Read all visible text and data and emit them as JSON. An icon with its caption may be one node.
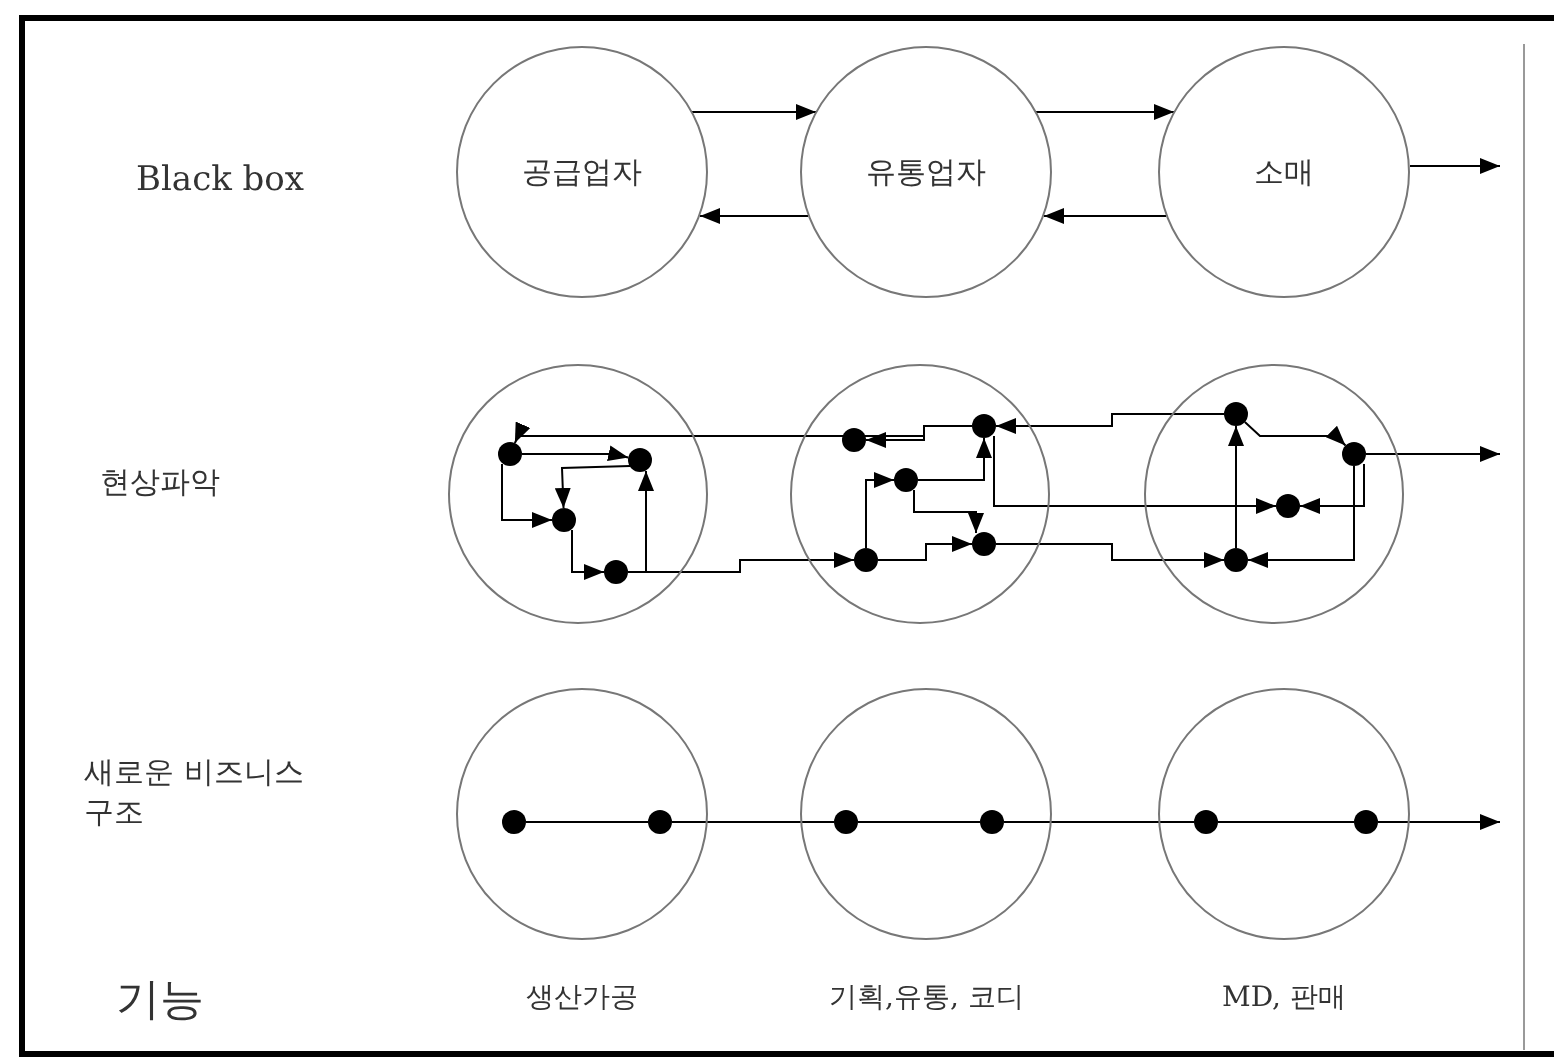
{
  "diagram": {
    "nodes": [
      {
        "text": [
          "공급업자"
        ]
      },
      {
        "text": [
          "유통업자"
        ]
      },
      {
        "text": [
          "소매"
        ]
      },
      {
        "text": [],
        "shape": "circle"
      },
      {
        "text": [],
        "shape": "circle",
        "in": 3
      },
      {
        "text": [],
        "shape": "circle",
        "in": 3
      },
      {
        "text": [],
        "shape": "circle",
        "in": 3
      },
      {
        "text": [],
        "shape": "circle",
        "in": 3
      },
      {
        "text": [],
        "shape": "circle"
      },
      {
        "text": [],
        "shape": "circle",
        "in": 8
      },
      {
        "text": [],
        "shape": "circle",
        "in": 8
      },
      {
        "text": [],
        "shape": "circle",
        "in": 8
      },
      {
        "text": [],
        "shape": "circle",
        "in": 8
      },
      {
        "text": [],
        "shape": "circle",
        "in": 8
      },
      {
        "text": [],
        "shape": "circle"
      },
      {
        "text": [],
        "shape": "circle",
        "in": 14
      },
      {
        "text": [],
        "shape": "circle",
        "in": 14
      },
      {
        "text": [],
        "shape": "circle",
        "in": 14
      },
      {
        "text": [],
        "shape": "circle",
        "in": 14
      },
      {
        "text": [],
        "shape": "circle"
      },
      {
        "text": [],
        "shape": "circle",
        "in": 19
      },
      {
        "text": [],
        "shape": "circle",
        "in": 19
      },
      {
        "text": [],
        "shape": "circle"
      },
      {
        "text": [],
        "shape": "circle",
        "in": 22
      },
      {
        "text": [],
        "shape": "circle",
        "in": 22
      },
      {
        "text": [],
        "shape": "circle"
      },
      {
        "text": [],
        "shape": "circle",
        "in": 25
      },
      {
        "text": [],
        "shape": "circle",
        "in": 25
      }
    ],
    "edges": [
      {
        "from": 0,
        "to": 1,
        "arrow": "to"
      },
      {
        "from": 1,
        "to": 0,
        "arrow": "to"
      },
      {
        "from": 1,
        "to": 2,
        "arrow": "to"
      },
      {
        "from": 2,
        "to": 1,
        "arrow": "to"
      },
      {
        "from": 2,
        "to": null,
        "arrow": "to"
      },
      {
        "from": 9,
        "to": 10,
        "arrow": "to"
      },
      {
        "from": 9,
        "to": 4,
        "arrow": "to"
      },
      {
        "from": 4,
        "to": 5,
        "arrow": "to"
      },
      {
        "from": 4,
        "to": 6,
        "arrow": "to"
      },
      {
        "from": 5,
        "to": 6,
        "arrow": "to"
      },
      {
        "from": 6,
        "to": 7,
        "arrow": "to"
      },
      {
        "from": 7,
        "to": 5,
        "arrow": "to"
      },
      {
        "from": 7,
        "to": 13,
        "arrow": "to"
      },
      {
        "from": 13,
        "to": 11,
        "arrow": "to"
      },
      {
        "from": 11,
        "to": 9,
        "arrow": "to"
      },
      {
        "from": 11,
        "to": 12,
        "arrow": "to"
      },
      {
        "from": 13,
        "to": 12,
        "arrow": "to"
      },
      {
        "from": 9,
        "to": 17,
        "arrow": "to"
      },
      {
        "from": 15,
        "to": 9,
        "arrow": "to"
      },
      {
        "from": 12,
        "to": 18,
        "arrow": "to"
      },
      {
        "from": 18,
        "to": 15,
        "arrow": "to"
      },
      {
        "from": 15,
        "to": 16,
        "arrow": "to"
      },
      {
        "from": 16,
        "to": 17,
        "arrow": "to"
      },
      {
        "from": 16,
        "to": 18,
        "arrow": "to"
      },
      {
        "from": 16,
        "to": null,
        "arrow": "to"
      },
      {
        "from": 20,
        "to": 21,
        "arrow": "none"
      },
      {
        "from": 21,
        "to": 23,
        "arrow": "none"
      },
      {
        "from": 23,
        "to": 24,
        "arrow": "none"
      },
      {
        "from": 24,
        "to": 26,
        "arrow": "none"
      },
      {
        "from": 26,
        "to": 27,
        "arrow": "none"
      },
      {
        "from": 27,
        "to": null,
        "arrow": "to"
      }
    ],
    "labels": [
      "Black box",
      "현상파악",
      "새로운 비즈니스 구조",
      "기능",
      "생산가공",
      "기획,유통, 코디",
      "MD, 판매"
    ]
  }
}
